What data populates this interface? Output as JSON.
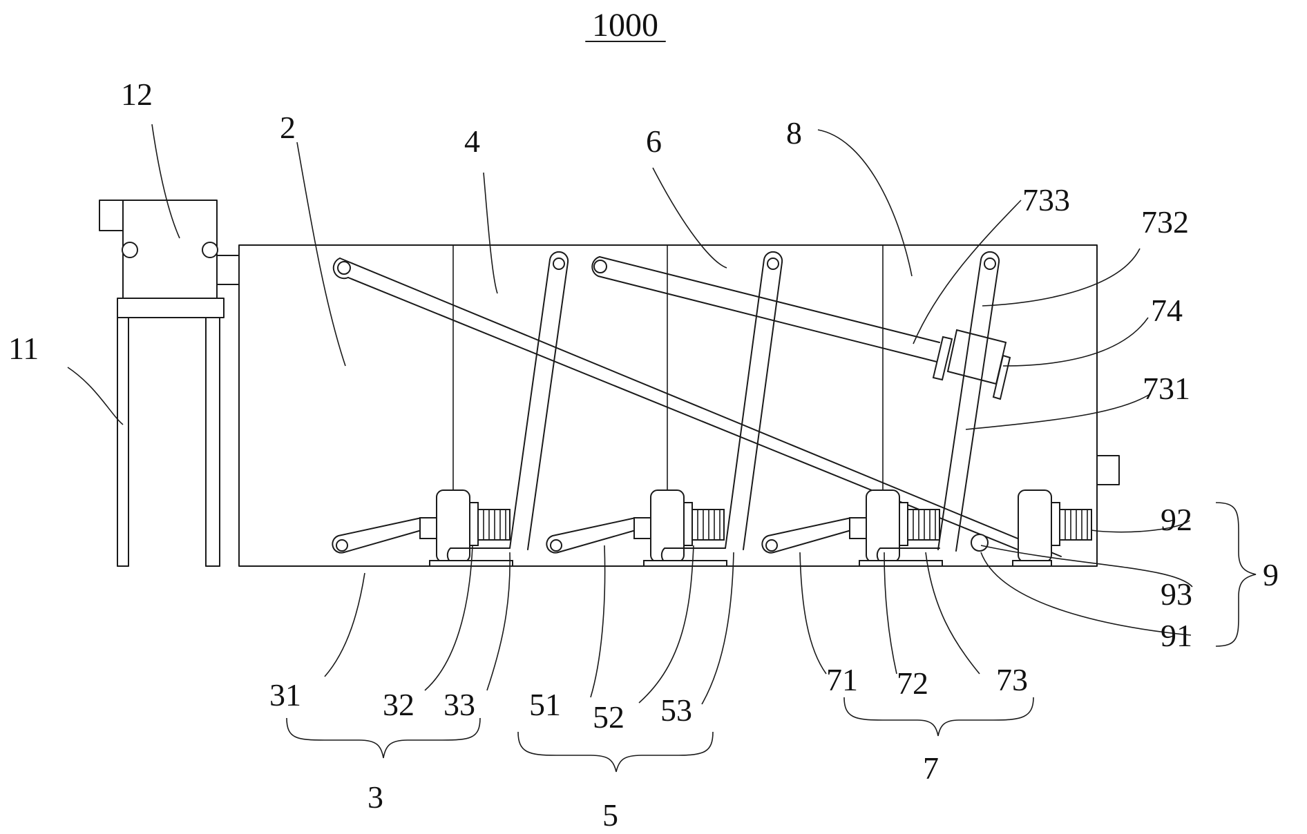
{
  "figure": {
    "title": "1000",
    "labels": {
      "l11": "11",
      "l12": "12",
      "l2": "2",
      "l3": "3",
      "l31": "31",
      "l32": "32",
      "l33": "33",
      "l4": "4",
      "l5": "5",
      "l51": "51",
      "l52": "52",
      "l53": "53",
      "l6": "6",
      "l7": "7",
      "l71": "71",
      "l72": "72",
      "l73": "73",
      "l731": "731",
      "l732": "732",
      "l733": "733",
      "l74": "74",
      "l8": "8",
      "l9": "9",
      "l91": "91",
      "l92": "92",
      "l93": "93"
    }
  }
}
